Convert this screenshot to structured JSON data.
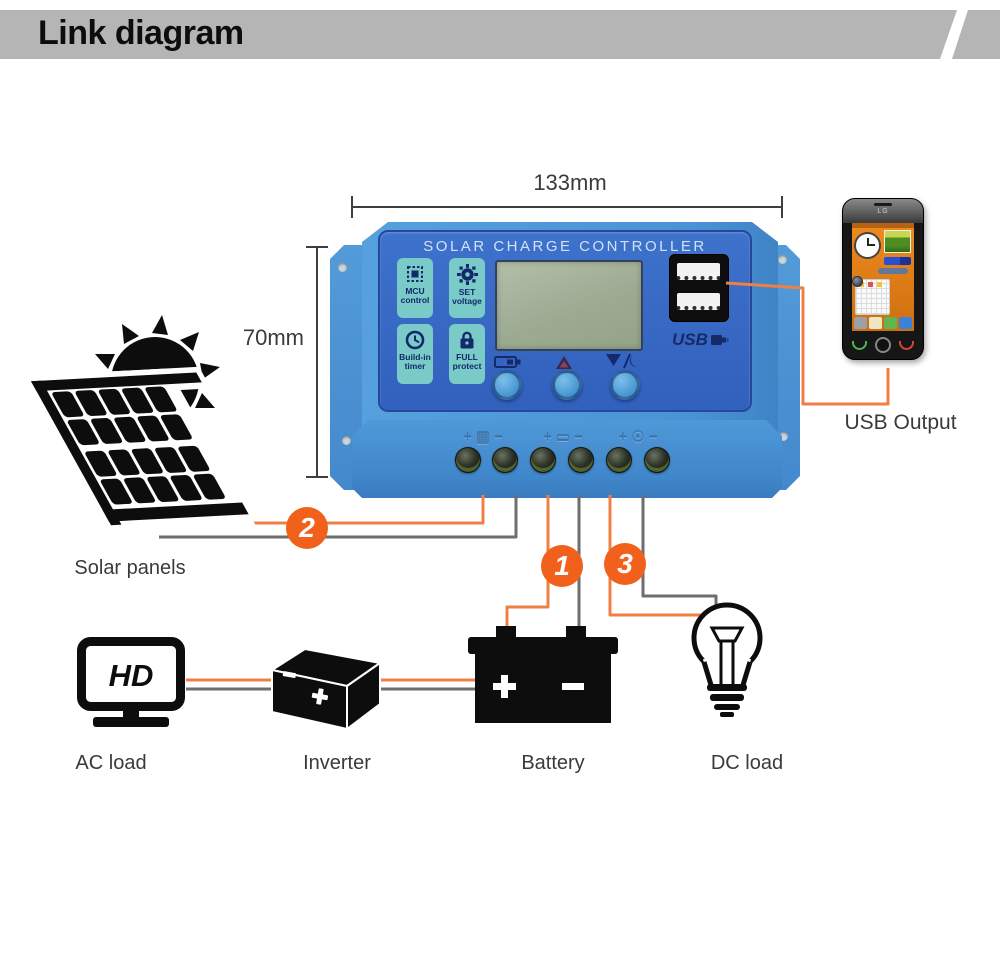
{
  "header": {
    "title": "Link diagram"
  },
  "dimensions": {
    "width": "133mm",
    "height": "70mm"
  },
  "controller": {
    "title": "SOLAR CHARGE CONTROLLER",
    "tiles": [
      {
        "line1": "MCU",
        "line2": "control"
      },
      {
        "line1": "SET",
        "line2": "voltage"
      },
      {
        "line1": "Build-in",
        "line2": "timer"
      },
      {
        "line1": "FULL",
        "line2": "protect"
      }
    ],
    "usb_label": "USB",
    "terminals": [
      {
        "plus": "+",
        "glyph": "▦",
        "minus": "−"
      },
      {
        "plus": "+",
        "glyph": "▭",
        "minus": "−"
      },
      {
        "plus": "+",
        "glyph": "☉",
        "minus": "−"
      }
    ]
  },
  "phone": {
    "brand": "LG"
  },
  "callouts": {
    "solar": "2",
    "battery": "1",
    "dc_load": "3"
  },
  "labels": {
    "solar_panels": "Solar panels",
    "usb_output": "USB Output",
    "ac_load": "AC load",
    "inverter": "Inverter",
    "battery": "Battery",
    "dc_load": "DC load",
    "hd": "HD"
  },
  "colors": {
    "wire_positive": "#ef8044",
    "wire_negative": "#6e6e6e",
    "callout_orange": "#f2611c",
    "case_blue": "#4a90d4",
    "face_blue": "#3566c2",
    "tile_teal": "#7acac7",
    "lcd_green": "#a8b29c",
    "header_gray": "#b5b5b5"
  }
}
